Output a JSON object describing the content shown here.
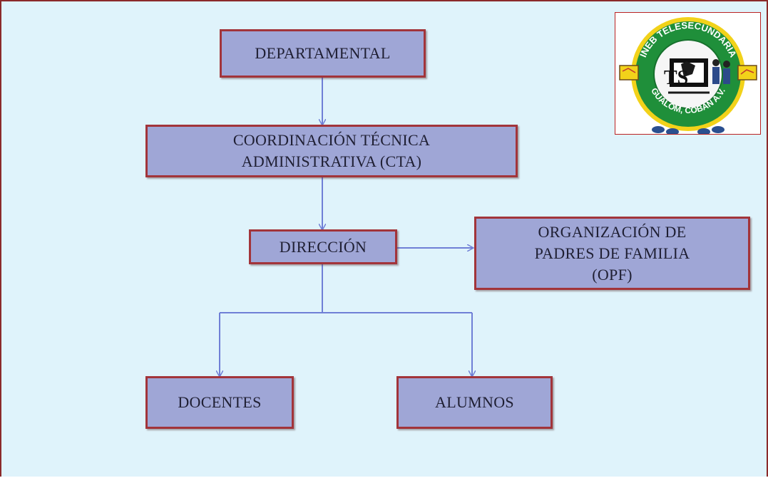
{
  "nodes": {
    "departamental": [
      "DEPARTAMENTAL"
    ],
    "cta": [
      "COORDINACIÓN TÉCNICA",
      "ADMINISTRATIVA (CTA)"
    ],
    "direccion": [
      "DIRECCIÓN"
    ],
    "opf": [
      "ORGANIZACIÓN DE",
      "PADRES DE FAMILIA",
      "(OPF)"
    ],
    "docentes": [
      "DOCENTES"
    ],
    "alumnos": [
      "ALUMNOS"
    ]
  },
  "edges": [
    {
      "from": "departamental",
      "to": "cta"
    },
    {
      "from": "cta",
      "to": "direccion"
    },
    {
      "from": "direccion",
      "to": "opf"
    },
    {
      "from": "direccion",
      "to": "docentes"
    },
    {
      "from": "direccion",
      "to": "alumnos"
    }
  ],
  "logo": {
    "top_text": "INEB TELESECUNDARIA",
    "bottom_text": "GUALOM, COBAN A.V.",
    "center_mark": "TS"
  },
  "colors": {
    "background": "#dff3fb",
    "box_fill": "#9fa6d6",
    "box_border": "#a2343a",
    "connector": "#6f7fd6",
    "logo_ring": "#1f8f3a",
    "logo_rim": "#f2d21a"
  }
}
